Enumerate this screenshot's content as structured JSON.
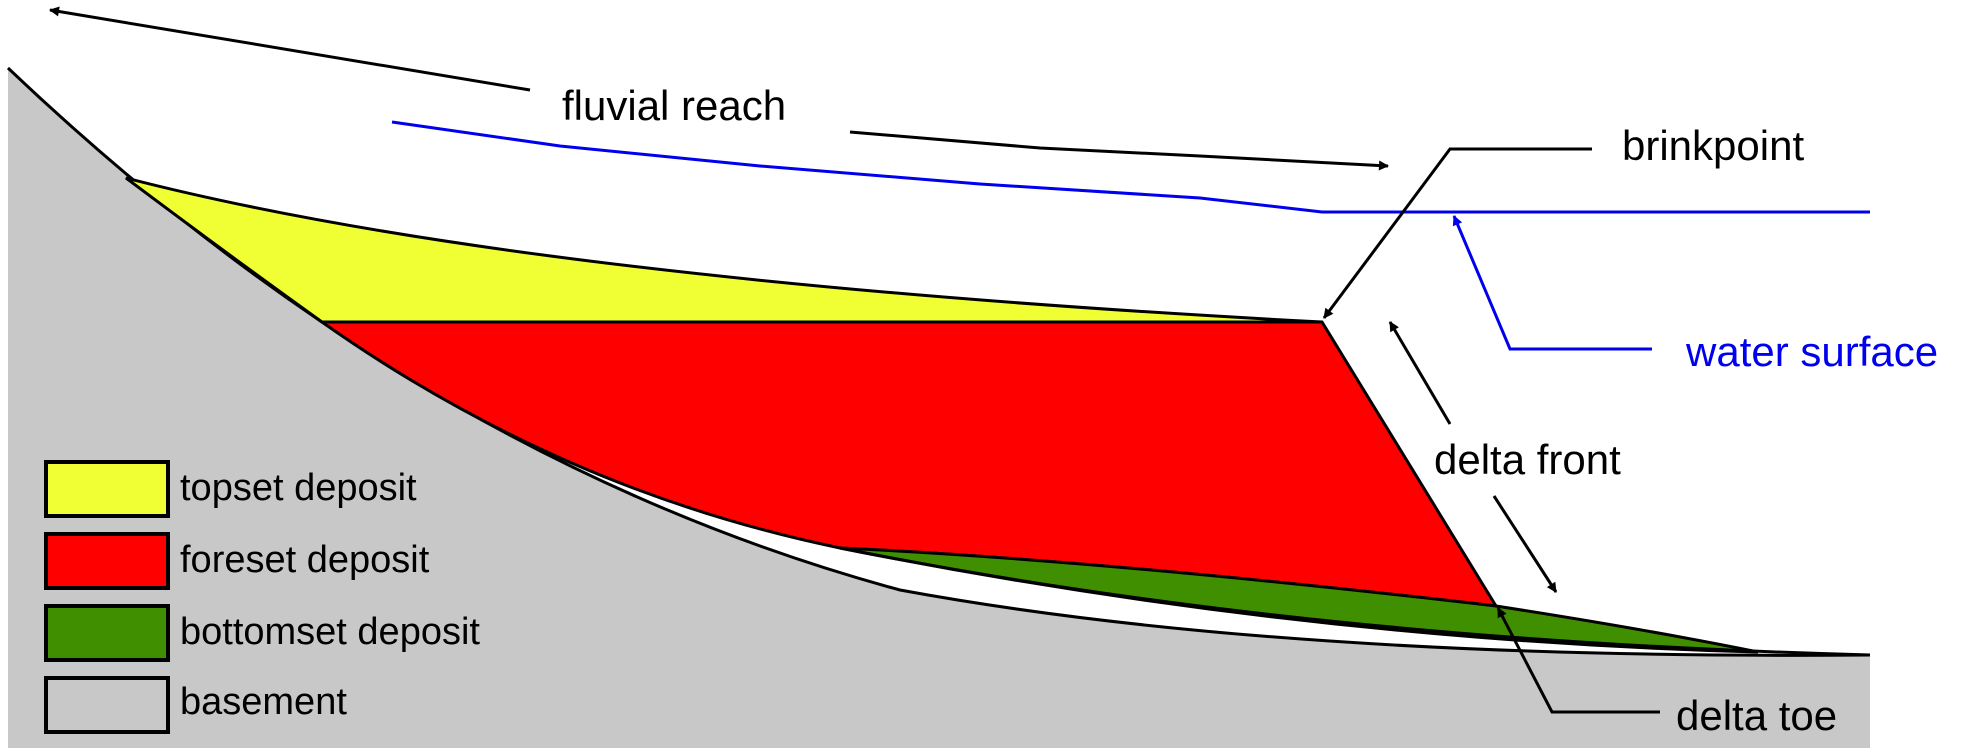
{
  "labels": {
    "fluvial_reach": "fluvial reach",
    "brinkpoint": "brinkpoint",
    "water_surface": "water surface",
    "delta_front": "delta front",
    "delta_toe": "delta toe"
  },
  "legend": [
    {
      "label": "topset deposit",
      "color": "#f0ff33"
    },
    {
      "label": "foreset deposit",
      "color": "#ff0000"
    },
    {
      "label": "bottomset deposit",
      "color": "#3f8f00"
    },
    {
      "label": "basement",
      "color": "#c8c8c8"
    }
  ],
  "colors": {
    "water": "#0000ee",
    "outline": "#000000",
    "topset": "#f0ff33",
    "foreset": "#ff0000",
    "bottomset": "#3f8f00",
    "basement": "#c8c8c8"
  }
}
